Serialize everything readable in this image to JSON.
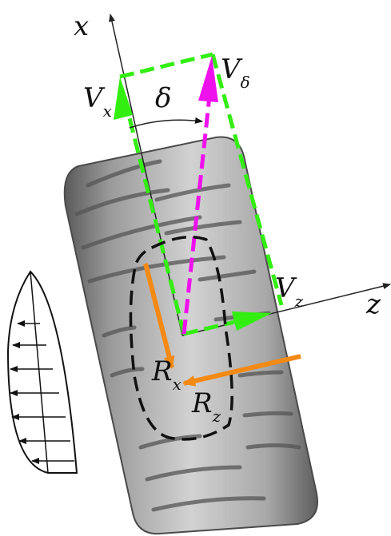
{
  "labels": {
    "x_axis": "x",
    "z_axis": "z",
    "delta": "δ",
    "vx": {
      "base": "V",
      "sub": "x"
    },
    "vdelta": {
      "base": "V",
      "sub": "δ"
    },
    "vz": {
      "base": "V",
      "sub": "z"
    },
    "rx": {
      "base": "R",
      "sub": "x"
    },
    "rz": {
      "base": "R",
      "sub": "z"
    }
  },
  "colors": {
    "axes": "#222222",
    "velocity_green": "#33ee11",
    "velocity_magenta": "#ee11ee",
    "reaction_orange": "#f28a14",
    "contact_patch": "#111111",
    "tire_light": "#c8c8c8",
    "tire_dark": "#6e6e6e"
  }
}
